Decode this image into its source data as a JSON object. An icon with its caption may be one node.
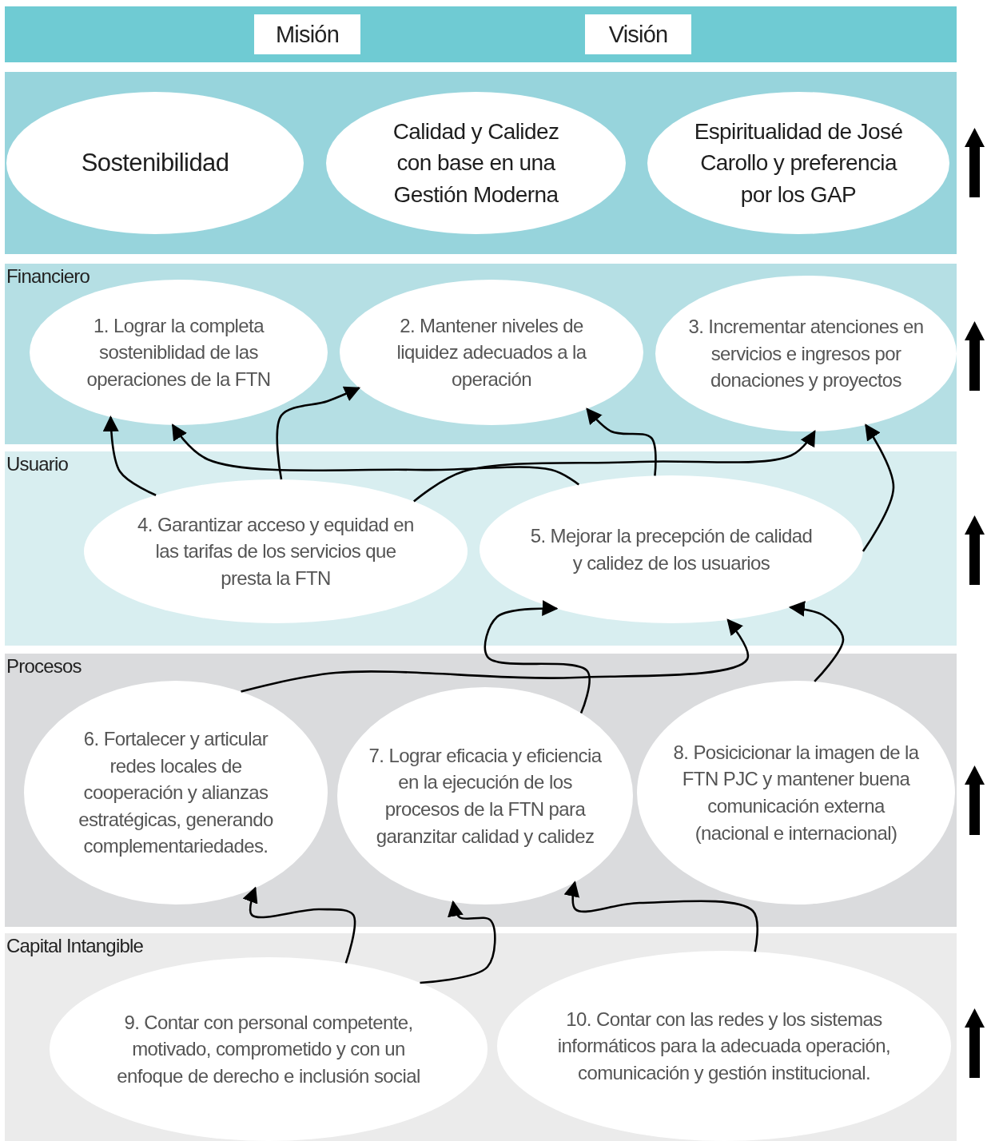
{
  "diagram": {
    "nodes": [
      {
        "text": [],
        "shape": "band"
      },
      {
        "text": [
          "Misión"
        ],
        "in": 0
      },
      {
        "text": [
          "Visión"
        ],
        "in": 0
      },
      {
        "text": [],
        "shape": "band"
      },
      {
        "text": [
          "Sostenibilidad"
        ],
        "in": 3
      },
      {
        "text": [
          "Calidad y Calidez con base en una Gestión Moderna"
        ],
        "in": 3
      },
      {
        "text": [
          "Espiritualidad de José Carollo y preferencia por los GAP"
        ],
        "in": 3
      },
      {
        "text": [
          "Financiero"
        ]
      },
      {
        "text": [
          "1. Lograr la completa sosteniblidad de las operaciones de la FTN"
        ],
        "in": 7
      },
      {
        "text": [
          "2. Mantener niveles de liquidez adecuados a la operación"
        ],
        "in": 7
      },
      {
        "text": [
          "3. Incrementar atenciones en servicios e ingresos por donaciones y proyectos"
        ],
        "in": 7
      },
      {
        "text": [
          "Usuario"
        ]
      },
      {
        "text": [
          "4. Garantizar acceso y equidad en las tarifas de los servicios que presta la FTN"
        ],
        "in": 11
      },
      {
        "text": [
          "5. Mejorar la precepción de calidad y calidez de los usuarios"
        ],
        "in": 11
      },
      {
        "text": [
          "Procesos"
        ]
      },
      {
        "text": [
          "6. Fortalecer y articular redes locales de cooperación y alianzas estratégicas, generando complementariedades."
        ],
        "in": 14
      },
      {
        "text": [
          "7. Lograr eficacia y eficiencia en la ejecución de los procesos de la FTN para garanzitar calidad y calidez"
        ],
        "in": 14
      },
      {
        "text": [
          "8. Posicicionar la imagen de la FTN PJC y mantener buena comunicación externa (nacional e internacional)"
        ],
        "in": 14
      },
      {
        "text": [
          "Capital Intangible"
        ]
      },
      {
        "text": [
          "9. Contar con personal competente, motivado, comprometido y con un enfoque de derecho e inclusión social"
        ],
        "in": 18
      },
      {
        "text": [
          "10. Contar con las redes y los sistemas informáticos para la adecuada operación, comunicación y gestión institucional."
        ],
        "in": 18
      }
    ],
    "edges": [
      {
        "from": 12,
        "to": 8,
        "arrow": "to"
      },
      {
        "from": 12,
        "to": 9,
        "arrow": "to"
      },
      {
        "from": 12,
        "to": 10,
        "arrow": "to"
      },
      {
        "from": 13,
        "to": 8,
        "arrow": "to"
      },
      {
        "from": 13,
        "to": 9,
        "arrow": "to"
      },
      {
        "from": 13,
        "to": 10,
        "arrow": "to"
      },
      {
        "from": 15,
        "to": 13,
        "arrow": "to"
      },
      {
        "from": 16,
        "to": 13,
        "arrow": "to"
      },
      {
        "from": 17,
        "to": 13,
        "arrow": "to"
      },
      {
        "from": 19,
        "to": 15,
        "arrow": "to"
      },
      {
        "from": 19,
        "to": 16,
        "arrow": "to"
      },
      {
        "from": 20,
        "to": 16,
        "arrow": "to"
      }
    ]
  }
}
